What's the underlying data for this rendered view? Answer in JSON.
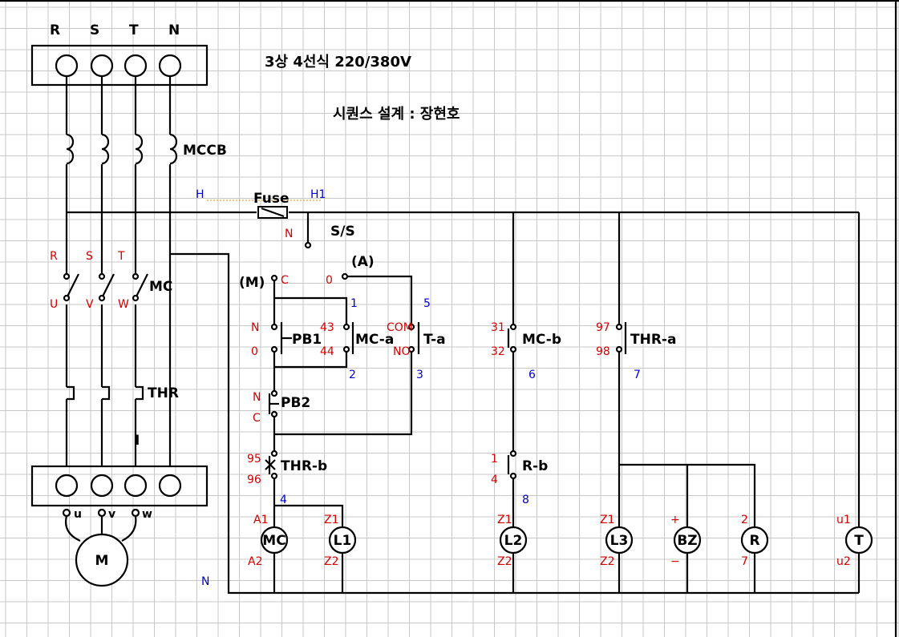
{
  "colors": {
    "wire": "#000000",
    "red_label": "#d20000",
    "blue_label": "#0000c8",
    "grid": "#c8c8c8",
    "fuse_dots": "#e8a33a"
  },
  "title": {
    "system": "3상 4선식 220/380V",
    "designer": "시퀀스 설계 : 장현호"
  },
  "supply_terminals": [
    "R",
    "S",
    "T",
    "N"
  ],
  "main": {
    "mccb": "MCCB",
    "mc_in": [
      "R",
      "S",
      "T"
    ],
    "mc_out": [
      "U",
      "V",
      "W"
    ],
    "mc": "MC",
    "thr": "THR",
    "motor_terms": [
      "u",
      "v",
      "w"
    ],
    "motor": "M",
    "small_mark": "I"
  },
  "control": {
    "H": "H",
    "fuse": "Fuse",
    "H1": "H1",
    "N_ss": "N",
    "ss": "S/S",
    "A": "(A)",
    "M": "(M)",
    "C_top": "C",
    "zero_top": "0",
    "pb1_n": "N",
    "pb1_0": "0",
    "pb1": "PB1",
    "mca_43": "43",
    "mca_44": "44",
    "mca": "MC-a",
    "ta_com": "COM",
    "ta_no": "NO",
    "ta": "T-a",
    "pb2_n": "N",
    "pb2_c": "C",
    "pb2": "PB2",
    "thrb_95": "95",
    "thrb_96": "96",
    "thrb": "THR-b",
    "mcb_31": "31",
    "mcb_32": "32",
    "mcb": "MC-b",
    "rb_1": "1",
    "rb_4": "4",
    "rb": "R-b",
    "thra_97": "97",
    "thra_98": "98",
    "thra": "THR-a",
    "n1": "1",
    "n2": "2",
    "n3": "3",
    "n4": "4",
    "n5": "5",
    "n6": "6",
    "n7": "7",
    "n8": "8",
    "N_bottom": "N"
  },
  "loads": [
    {
      "label": "MC",
      "top": "A1",
      "bottom": "A2"
    },
    {
      "label": "L1",
      "top": "Z1",
      "bottom": "Z2"
    },
    {
      "label": "L2",
      "top": "Z1",
      "bottom": "Z2"
    },
    {
      "label": "L3",
      "top": "Z1",
      "bottom": "Z2"
    },
    {
      "label": "BZ",
      "top": "+",
      "bottom": "−"
    },
    {
      "label": "R",
      "top": "2",
      "bottom": "7"
    },
    {
      "label": "T",
      "top": "u1",
      "bottom": "u2"
    }
  ]
}
